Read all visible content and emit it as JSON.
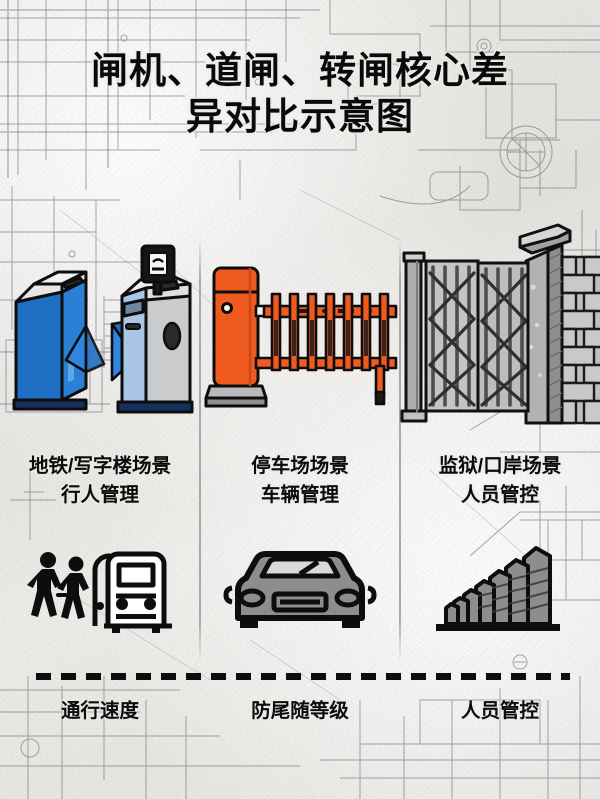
{
  "poster": {
    "title_line1": "闸机、道闸、转闸核心差",
    "title_line2": "异对比示意图",
    "background_style": "blueprint-paper-texture",
    "colors": {
      "paper": "#eceae6",
      "ink": "#0b0b0b",
      "turnstile_blue": "#1f6fc4",
      "barrier_orange": "#ef5a1e",
      "gate_gray": "#9b9b9b",
      "divider": "#919191"
    }
  },
  "columns": [
    {
      "id": "turnstile",
      "illustration": "flap-turnstile-illustration",
      "caption_line1": "地铁/写字楼场景",
      "caption_line2": "行人管理",
      "mini_icon": "pedestrians-and-metro-train-icon"
    },
    {
      "id": "boom-barrier",
      "illustration": "boom-barrier-gate-illustration",
      "caption_line1": "停车场场景",
      "caption_line2": "车辆管理",
      "mini_icon": "car-front-icon"
    },
    {
      "id": "swing-lattice-gate",
      "illustration": "lattice-security-gate-illustration",
      "caption_line1": "监狱/口岸场景",
      "caption_line2": "人员管控",
      "mini_icon": "fence-posts-perspective-icon"
    }
  ],
  "footer": {
    "items": [
      {
        "label": "通行速度"
      },
      {
        "label": "防尾随等级"
      },
      {
        "label": "人员管控"
      }
    ]
  }
}
